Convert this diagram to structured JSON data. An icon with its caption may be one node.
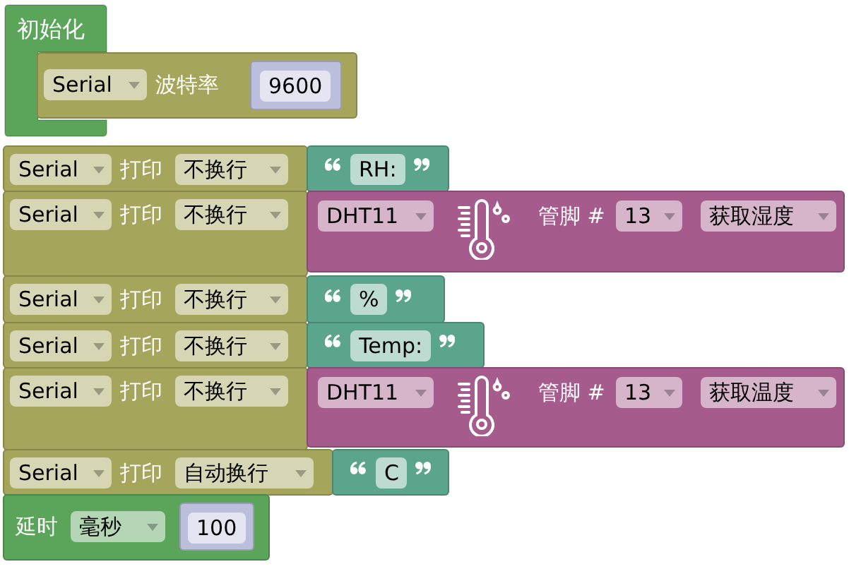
{
  "diagram": {
    "nodes": [
      {
        "text": [
          "初始化"
        ]
      },
      {
        "text": [
          "Serial",
          "波特率"
        ]
      },
      {
        "text": [
          "9600"
        ],
        "in": 1
      },
      {
        "text": [
          "Serial",
          "打印",
          "不换行"
        ]
      },
      {
        "text": [
          "RH:"
        ]
      },
      {
        "text": [
          "Serial",
          "打印",
          "不换行"
        ]
      },
      {
        "text": [
          "DHT11",
          "管脚 #",
          "13",
          "获取湿度"
        ]
      },
      {
        "text": [
          "Serial",
          "打印",
          "不换行"
        ]
      },
      {
        "text": [
          "%"
        ]
      },
      {
        "text": [
          "Serial",
          "打印",
          "不换行"
        ]
      },
      {
        "text": [
          "Temp:"
        ]
      },
      {
        "text": [
          "Serial",
          "打印",
          "不换行"
        ]
      },
      {
        "text": [
          "DHT11",
          "管脚 #",
          "13",
          "获取温度"
        ]
      },
      {
        "text": [
          "Serial",
          "打印",
          "自动换行"
        ]
      },
      {
        "text": [
          "C"
        ]
      },
      {
        "text": [
          "延时",
          "毫秒"
        ]
      },
      {
        "text": [
          "100"
        ],
        "in": 15
      }
    ]
  }
}
